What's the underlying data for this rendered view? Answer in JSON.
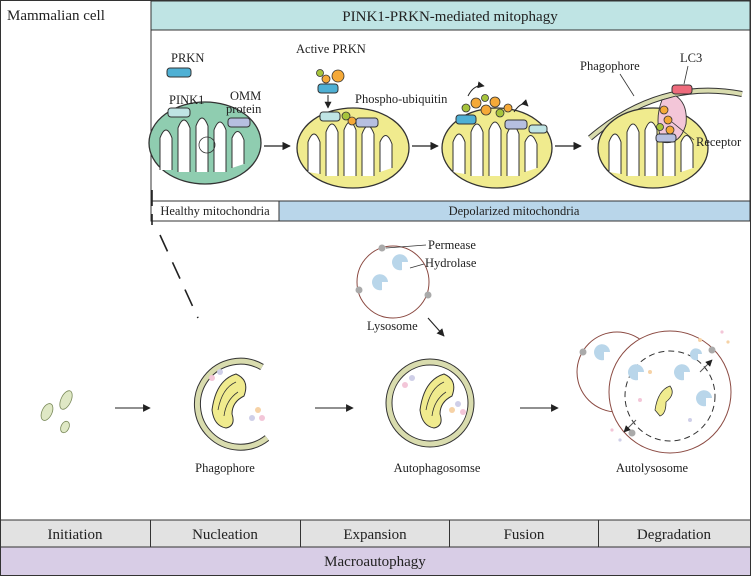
{
  "cell_label": "Mammalian cell",
  "mitophagy": {
    "title": "PINK1-PRKN-mediated mitophagy",
    "healthy_label": "Healthy mitochondria",
    "depolarized_label": "Depolarized mitochondria",
    "labels": {
      "prkn": "PRKN",
      "pink1": "PINK1",
      "omm_line1": "OMM",
      "omm_line2": "protein",
      "active_prkn": "Active PRKN",
      "phospho_ubiquitin": "Phospho-ubiquitin",
      "phagophore": "Phagophore",
      "lc3": "LC3",
      "receptor": "Receptor"
    }
  },
  "macro": {
    "lysosome_labels": {
      "permease": "Permease",
      "hydrolase": "Hydrolase",
      "lysosome": "Lysosome"
    },
    "structure_labels": {
      "phagophore": "Phagophore",
      "autophagosome": "Autophagosomse",
      "autolysosome": "Autolysosome"
    }
  },
  "stages": [
    "Initiation",
    "Nucleation",
    "Expansion",
    "Fusion",
    "Degradation"
  ],
  "footer": "Macroautophagy",
  "colors": {
    "mitophagy_header": "#bfe4e4",
    "depolarized_bar": "#b9d6ea",
    "stage_bar": "#e2e2e2",
    "footer_bar": "#d8cde6",
    "healthy_mito": "#8fcdb0",
    "depolarized_mito": "#f0eb8e",
    "phagophore_membrane": "#d9dcae"
  }
}
